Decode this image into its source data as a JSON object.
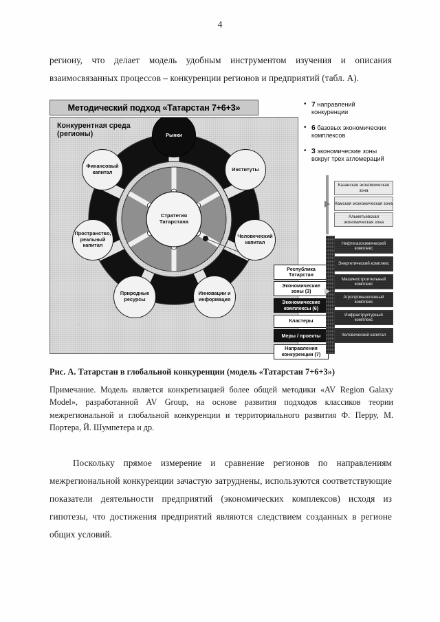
{
  "page": {
    "number": "4"
  },
  "paragraphs": {
    "top": "региону, что делает модель удобным инструментом изучения и описания взаимосвязанных процессов – конкуренции регионов и предприятий (табл. А).",
    "bottom": "Поскольку прямое измерение и сравнение регионов по направлениям межрегиональной конкуренции зачастую затруднены, используются соответствующие показатели деятельности предприятий (экономических комплексов) исходя из гипотезы, что достижения предприятий являются следствием созданных в регионе общих условий."
  },
  "figure": {
    "title": "Методический подход «Татарстан 7+6+3»",
    "environment_label": "Конкурентная среда (регионы)",
    "wheel": {
      "center": "Стратегия Татарстана",
      "outer_nodes": [
        {
          "label": "Рынки",
          "style": "dark"
        },
        {
          "label": "Институты",
          "style": "light"
        },
        {
          "label": "Человеческий капитал",
          "style": "light"
        },
        {
          "label": "Инновации и информация",
          "style": "light"
        },
        {
          "label": "Природные ресурсы",
          "style": "light"
        },
        {
          "label": "Пространство, реальный капитал",
          "style": "light"
        },
        {
          "label": "Финансовый капитал",
          "style": "light"
        }
      ]
    },
    "legend": [
      {
        "label": "Республика Татарстан",
        "inverted": false
      },
      {
        "label": "Экономические зоны (3)",
        "inverted": false
      },
      {
        "label": "Экономические комплексы (6)",
        "inverted": true
      },
      {
        "label": "Кластеры",
        "inverted": false
      },
      {
        "label": "Меры / проекты",
        "inverted": true
      },
      {
        "label": "Направления конкуренции (7)",
        "inverted": false
      }
    ],
    "bullets": [
      {
        "number": "7",
        "text": " направлений конкуренции"
      },
      {
        "number": "6",
        "text": " базовых экономических комплексов"
      },
      {
        "number": "3",
        "text": " экономические зоны вокруг трех агломераций"
      }
    ],
    "economic_zones": [
      "Казанская экономическая зона",
      "Камская экономическая зона",
      "Альметьевская экономическая зона"
    ],
    "economic_complexes": [
      "Нефтегазохимический комплекс",
      "Энергетический комплекс",
      "Машиностроительный комплекс",
      "Агропромышленный комплекс",
      "Инфраструктурный комплекс",
      "Человеческий капитал"
    ]
  },
  "caption": "Рис. А. Татарстан в глобальной конкуренции (модель «Татарстан 7+6+3»)",
  "note": "Примечание. Модель является конкретизацией более общей методики «AV Region Galaxy Model», разработанной AV Group, на основе развития подходов классиков теории межрегиональной и глобальной конкуренции и территориального развития Ф. Перру, М. Портера, Й. Шумпетера и др."
}
